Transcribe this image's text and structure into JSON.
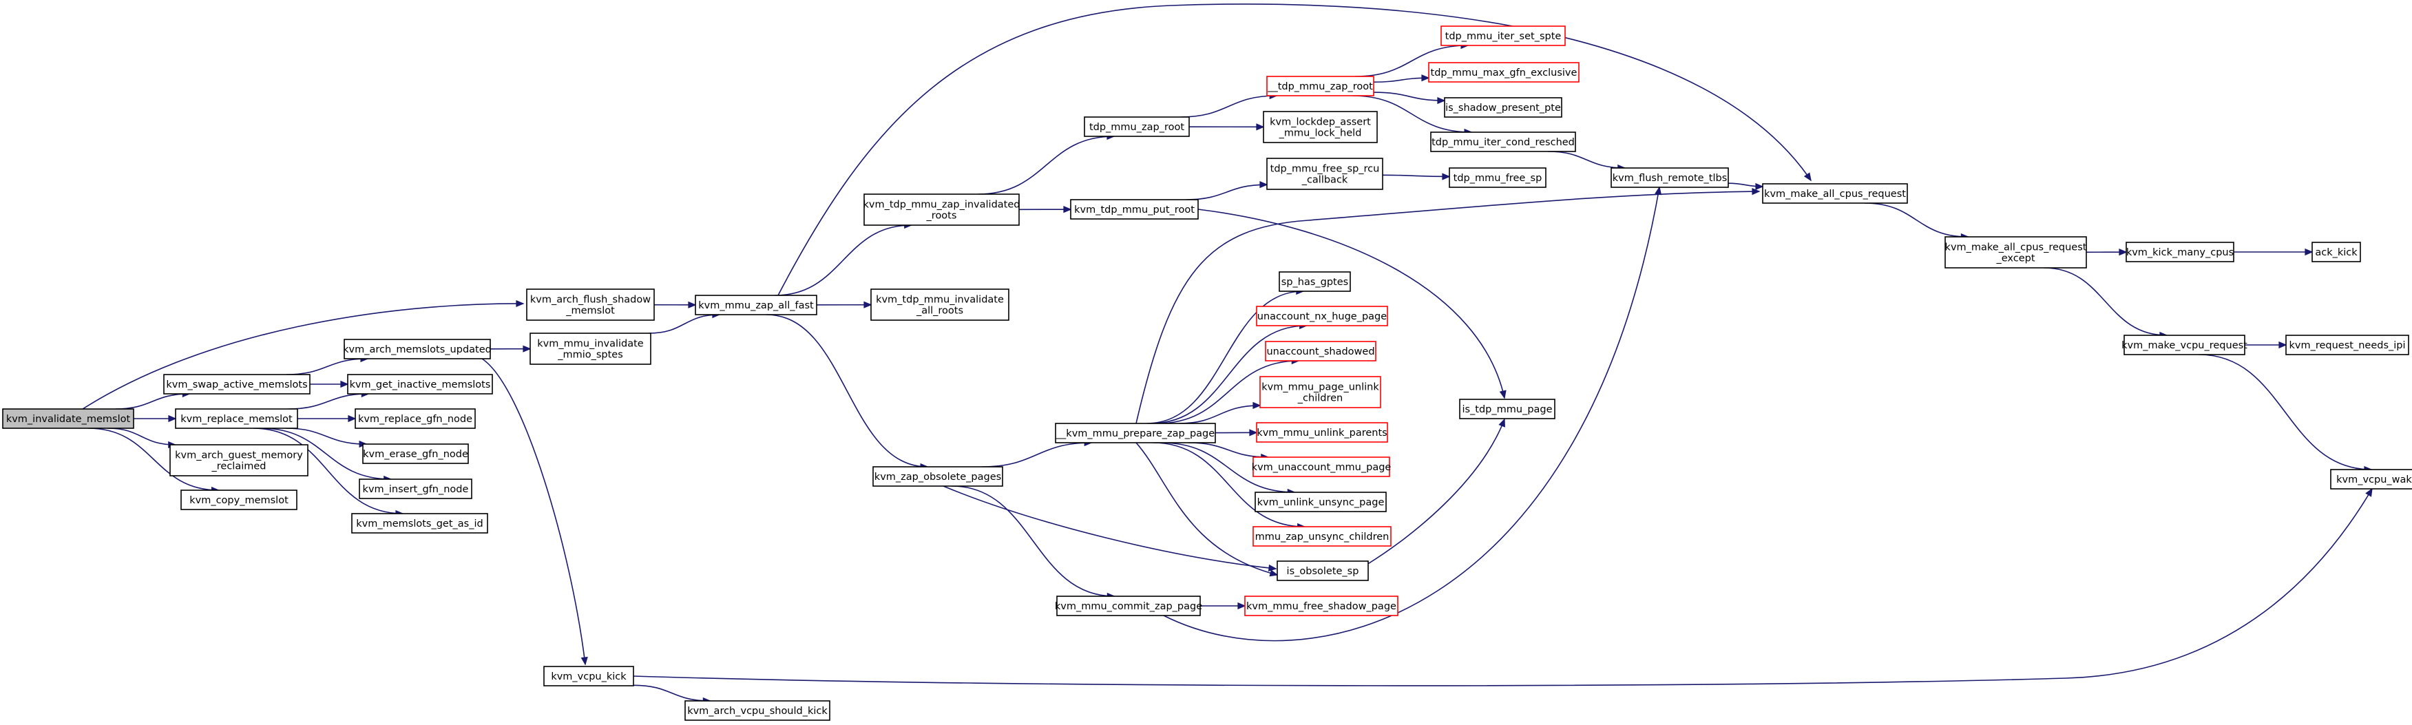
{
  "colors": {
    "edge": "#191970",
    "node_border": "#000000",
    "node_border_truncated": "#ff0000",
    "start_node_fill": "#bfbfbf",
    "node_fill": "#ffffff",
    "background": "#ffffff"
  },
  "nodes": [
    {
      "id": "n1",
      "label": [
        "kvm_invalidate_memslot"
      ],
      "style": "start"
    },
    {
      "id": "n2",
      "label": [
        "kvm_arch_flush_shadow",
        "_memslot"
      ],
      "style": "normal"
    },
    {
      "id": "n3",
      "label": [
        "kvm_mmu_zap_all_fast"
      ],
      "style": "normal"
    },
    {
      "id": "n4",
      "label": [
        "kvm_make_all_cpus_request"
      ],
      "style": "normal"
    },
    {
      "id": "n5",
      "label": [
        "kvm_make_all_cpus_request",
        "_except"
      ],
      "style": "normal"
    },
    {
      "id": "n6",
      "label": [
        "kvm_kick_many_cpus"
      ],
      "style": "normal"
    },
    {
      "id": "n7",
      "label": [
        "ack_kick"
      ],
      "style": "normal"
    },
    {
      "id": "n8",
      "label": [
        "kvm_make_vcpu_request"
      ],
      "style": "normal"
    },
    {
      "id": "n9",
      "label": [
        "kvm_request_needs_ipi"
      ],
      "style": "normal"
    },
    {
      "id": "n10",
      "label": [
        "kvm_vcpu_wake_up"
      ],
      "style": "normal"
    },
    {
      "id": "n11",
      "label": [
        "kvm_tdp_mmu_invalidate",
        "_all_roots"
      ],
      "style": "normal"
    },
    {
      "id": "n12",
      "label": [
        "kvm_tdp_mmu_zap_invalidated",
        "_roots"
      ],
      "style": "normal"
    },
    {
      "id": "n13",
      "label": [
        "tdp_mmu_zap_root"
      ],
      "style": "normal"
    },
    {
      "id": "n14",
      "label": [
        "__tdp_mmu_zap_root"
      ],
      "style": "truncated"
    },
    {
      "id": "n15",
      "label": [
        "tdp_mmu_iter_set_spte"
      ],
      "style": "truncated"
    },
    {
      "id": "n16",
      "label": [
        "tdp_mmu_max_gfn_exclusive"
      ],
      "style": "truncated"
    },
    {
      "id": "n17",
      "label": [
        "is_shadow_present_pte"
      ],
      "style": "normal"
    },
    {
      "id": "n18",
      "label": [
        "tdp_mmu_iter_cond_resched"
      ],
      "style": "normal"
    },
    {
      "id": "n19",
      "label": [
        "kvm_flush_remote_tlbs"
      ],
      "style": "normal"
    },
    {
      "id": "n20",
      "label": [
        "kvm_lockdep_assert",
        "_mmu_lock_held"
      ],
      "style": "normal"
    },
    {
      "id": "n21",
      "label": [
        "kvm_tdp_mmu_put_root"
      ],
      "style": "normal"
    },
    {
      "id": "n22",
      "label": [
        "tdp_mmu_free_sp_rcu",
        "_callback"
      ],
      "style": "normal"
    },
    {
      "id": "n23",
      "label": [
        "tdp_mmu_free_sp"
      ],
      "style": "normal"
    },
    {
      "id": "n24",
      "label": [
        "is_tdp_mmu_page"
      ],
      "style": "normal"
    },
    {
      "id": "n25",
      "label": [
        "kvm_zap_obsolete_pages"
      ],
      "style": "normal"
    },
    {
      "id": "n26",
      "label": [
        "__kvm_mmu_prepare_zap_page"
      ],
      "style": "normal"
    },
    {
      "id": "n27",
      "label": [
        "sp_has_gptes"
      ],
      "style": "normal"
    },
    {
      "id": "n28",
      "label": [
        "unaccount_nx_huge_page"
      ],
      "style": "truncated"
    },
    {
      "id": "n29",
      "label": [
        "unaccount_shadowed"
      ],
      "style": "truncated"
    },
    {
      "id": "n30",
      "label": [
        "kvm_mmu_page_unlink",
        "_children"
      ],
      "style": "truncated"
    },
    {
      "id": "n31",
      "label": [
        "kvm_mmu_unlink_parents"
      ],
      "style": "truncated"
    },
    {
      "id": "n32",
      "label": [
        "kvm_unaccount_mmu_page"
      ],
      "style": "truncated"
    },
    {
      "id": "n33",
      "label": [
        "kvm_unlink_unsync_page"
      ],
      "style": "normal"
    },
    {
      "id": "n34",
      "label": [
        "mmu_zap_unsync_children"
      ],
      "style": "truncated"
    },
    {
      "id": "n35",
      "label": [
        "is_obsolete_sp"
      ],
      "style": "normal"
    },
    {
      "id": "n36",
      "label": [
        "kvm_mmu_commit_zap_page"
      ],
      "style": "normal"
    },
    {
      "id": "n37",
      "label": [
        "kvm_mmu_free_shadow_page"
      ],
      "style": "truncated"
    },
    {
      "id": "n38",
      "label": [
        "kvm_arch_memslots_updated"
      ],
      "style": "normal"
    },
    {
      "id": "n39",
      "label": [
        "kvm_mmu_invalidate",
        "_mmio_sptes"
      ],
      "style": "normal"
    },
    {
      "id": "n40",
      "label": [
        "kvm_vcpu_kick"
      ],
      "style": "normal"
    },
    {
      "id": "n41",
      "label": [
        "kvm_arch_vcpu_should_kick"
      ],
      "style": "normal"
    },
    {
      "id": "n42",
      "label": [
        "kvm_swap_active_memslots"
      ],
      "style": "normal"
    },
    {
      "id": "n43",
      "label": [
        "kvm_get_inactive_memslots"
      ],
      "style": "normal"
    },
    {
      "id": "n44",
      "label": [
        "kvm_replace_memslot"
      ],
      "style": "normal"
    },
    {
      "id": "n45",
      "label": [
        "kvm_replace_gfn_node"
      ],
      "style": "normal"
    },
    {
      "id": "n46",
      "label": [
        "kvm_erase_gfn_node"
      ],
      "style": "normal"
    },
    {
      "id": "n47",
      "label": [
        "kvm_insert_gfn_node"
      ],
      "style": "normal"
    },
    {
      "id": "n48",
      "label": [
        "kvm_memslots_get_as_id"
      ],
      "style": "normal"
    },
    {
      "id": "n49",
      "label": [
        "kvm_arch_guest_memory",
        "_reclaimed"
      ],
      "style": "normal"
    },
    {
      "id": "n50",
      "label": [
        "kvm_copy_memslot"
      ],
      "style": "normal"
    }
  ],
  "edges": [
    {
      "from": "n1",
      "to": "n2"
    },
    {
      "from": "n1",
      "to": "n42"
    },
    {
      "from": "n1",
      "to": "n44"
    },
    {
      "from": "n1",
      "to": "n49"
    },
    {
      "from": "n1",
      "to": "n50"
    },
    {
      "from": "n2",
      "to": "n3"
    },
    {
      "from": "n3",
      "to": "n4"
    },
    {
      "from": "n3",
      "to": "n11"
    },
    {
      "from": "n3",
      "to": "n12"
    },
    {
      "from": "n3",
      "to": "n25"
    },
    {
      "from": "n4",
      "to": "n5"
    },
    {
      "from": "n5",
      "to": "n6"
    },
    {
      "from": "n5",
      "to": "n8"
    },
    {
      "from": "n6",
      "to": "n7"
    },
    {
      "from": "n8",
      "to": "n9"
    },
    {
      "from": "n8",
      "to": "n10"
    },
    {
      "from": "n12",
      "to": "n13"
    },
    {
      "from": "n12",
      "to": "n21"
    },
    {
      "from": "n13",
      "to": "n14"
    },
    {
      "from": "n13",
      "to": "n20"
    },
    {
      "from": "n14",
      "to": "n15"
    },
    {
      "from": "n14",
      "to": "n16"
    },
    {
      "from": "n14",
      "to": "n17"
    },
    {
      "from": "n14",
      "to": "n18"
    },
    {
      "from": "n18",
      "to": "n19"
    },
    {
      "from": "n19",
      "to": "n4"
    },
    {
      "from": "n21",
      "to": "n22"
    },
    {
      "from": "n21",
      "to": "n24"
    },
    {
      "from": "n22",
      "to": "n23"
    },
    {
      "from": "n25",
      "to": "n26"
    },
    {
      "from": "n25",
      "to": "n35"
    },
    {
      "from": "n25",
      "to": "n36"
    },
    {
      "from": "n26",
      "to": "n4"
    },
    {
      "from": "n26",
      "to": "n27"
    },
    {
      "from": "n26",
      "to": "n28"
    },
    {
      "from": "n26",
      "to": "n29"
    },
    {
      "from": "n26",
      "to": "n30"
    },
    {
      "from": "n26",
      "to": "n31"
    },
    {
      "from": "n26",
      "to": "n32"
    },
    {
      "from": "n26",
      "to": "n33"
    },
    {
      "from": "n26",
      "to": "n34"
    },
    {
      "from": "n26",
      "to": "n35"
    },
    {
      "from": "n35",
      "to": "n24"
    },
    {
      "from": "n36",
      "to": "n19"
    },
    {
      "from": "n36",
      "to": "n37"
    },
    {
      "from": "n38",
      "to": "n39"
    },
    {
      "from": "n38",
      "to": "n40"
    },
    {
      "from": "n39",
      "to": "n3"
    },
    {
      "from": "n40",
      "to": "n10"
    },
    {
      "from": "n40",
      "to": "n41"
    },
    {
      "from": "n42",
      "to": "n38"
    },
    {
      "from": "n42",
      "to": "n43"
    },
    {
      "from": "n44",
      "to": "n43"
    },
    {
      "from": "n44",
      "to": "n45"
    },
    {
      "from": "n44",
      "to": "n46"
    },
    {
      "from": "n44",
      "to": "n47"
    },
    {
      "from": "n44",
      "to": "n48"
    }
  ]
}
